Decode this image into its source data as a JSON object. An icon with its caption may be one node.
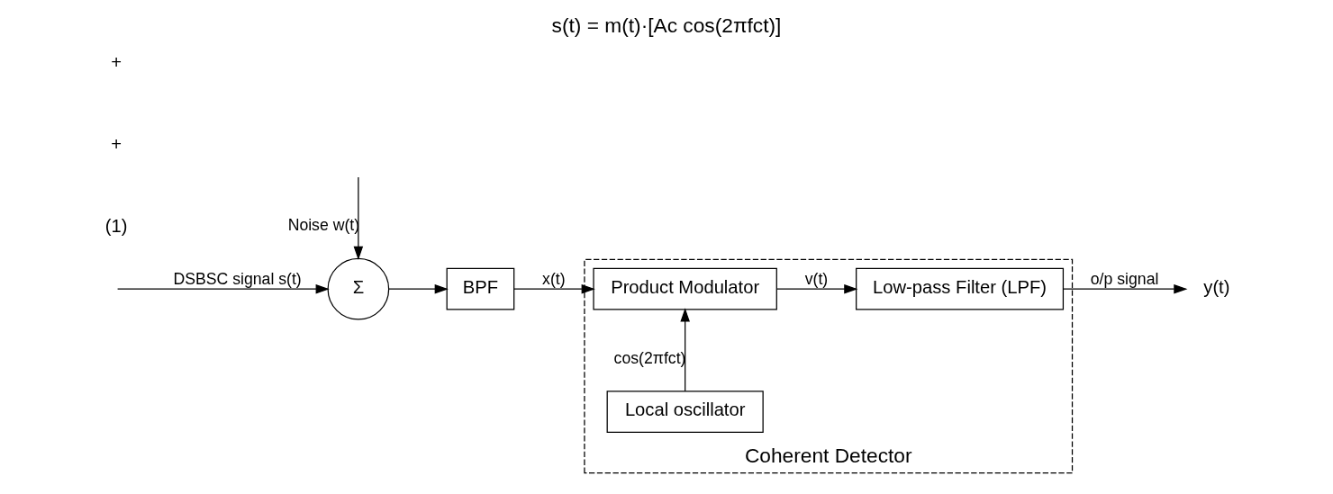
{
  "diagram": {
    "title": "s(t) = m(t)·[Ac cos(2πfct)]",
    "nodes": [
      {
        "text": [
          "Coherent Detector"
        ]
      },
      {
        "text": [
          "Σ"
        ]
      },
      {
        "text": [
          "BPF"
        ]
      },
      {
        "text": [
          "Product Modulator"
        ],
        "in": 0
      },
      {
        "text": [
          "Low-pass Filter (LPF)"
        ],
        "in": 0
      },
      {
        "text": [
          "Local oscillator"
        ],
        "in": 0
      },
      {
        "text": [
          "y(t)"
        ]
      }
    ],
    "edges": [
      {
        "from": null,
        "to": 1,
        "arrow": "to",
        "label": "DSBSC signal s(t)"
      },
      {
        "from": null,
        "to": 1,
        "arrow": "to",
        "label": "Noise w(t)"
      },
      {
        "from": 1,
        "to": 2,
        "arrow": "to"
      },
      {
        "from": 2,
        "to": 3,
        "arrow": "to",
        "label": "x(t)"
      },
      {
        "from": 3,
        "to": 4,
        "arrow": "to",
        "label": "v(t)"
      },
      {
        "from": 5,
        "to": 3,
        "arrow": "to",
        "label": "cos(2πfct)"
      },
      {
        "from": 4,
        "to": 6,
        "arrow": "to",
        "label": "o/p signal"
      }
    ],
    "labels": [
      "(1)",
      "+",
      "+"
    ]
  }
}
